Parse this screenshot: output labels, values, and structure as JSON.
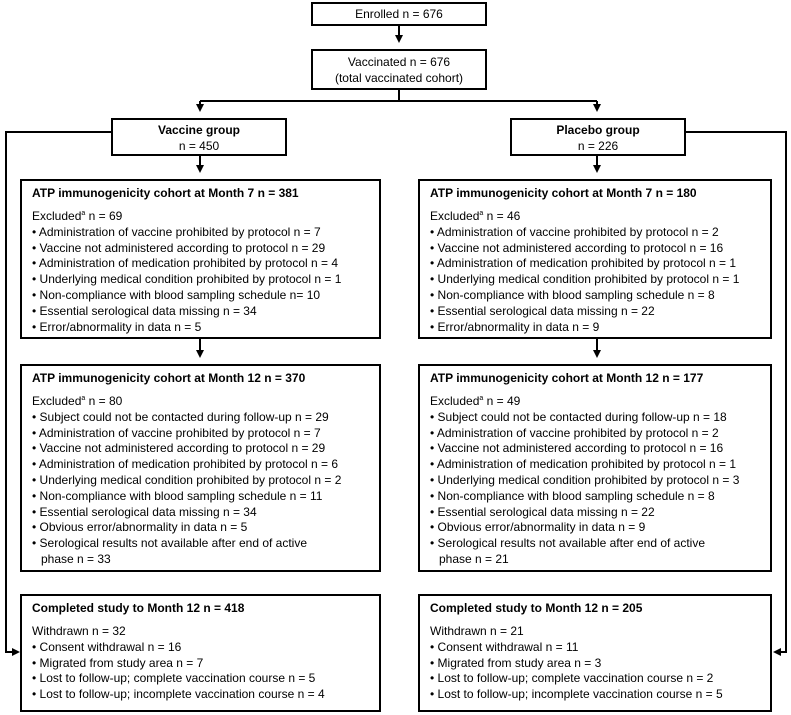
{
  "enrolled": {
    "label": "Enrolled  n = 676"
  },
  "vaccinated": {
    "line1": "Vaccinated  n = 676",
    "line2": "(total vaccinated cohort)"
  },
  "vaccine_group": {
    "title": "Vaccine group",
    "n": "n = 450",
    "month7": {
      "title": "ATP immunogenicity cohort at Month 7  n = 381",
      "excluded_label": "Excluded",
      "excluded_sup": "a",
      "excluded_n": "  n = 69",
      "items": [
        "• Administration of vaccine prohibited by protocol n = 7",
        "• Vaccine not administered according to protocol n = 29",
        "• Administration of medication prohibited by protocol n = 4",
        "• Underlying medical condition prohibited by protocol n = 1",
        "• Non-compliance with blood sampling schedule n= 10",
        "• Essential serological data missing n = 34",
        "• Error/abnormality in data n = 5"
      ]
    },
    "month12": {
      "title": "ATP immunogenicity cohort at Month 12  n = 370",
      "excluded_label": "Excluded",
      "excluded_sup": "a",
      "excluded_n": " n = 80",
      "items": [
        "• Subject could not be contacted during follow-up n = 29",
        "• Administration of vaccine prohibited by protocol n = 7",
        "• Vaccine not administered according to protocol n = 29",
        "• Administration of medication prohibited by protocol n = 6",
        "• Underlying medical condition prohibited by protocol n = 2",
        "• Non-compliance with blood sampling schedule n = 11",
        "• Essential serological data missing n = 34",
        "• Obvious error/abnormality in data n = 5",
        "• Serological results not available after end of active",
        "phase n = 33"
      ]
    },
    "completed": {
      "title": "Completed study to Month 12  n = 418",
      "withdrawn": "Withdrawn n = 32",
      "items": [
        "• Consent withdrawal n = 16",
        "• Migrated from study area n = 7",
        "• Lost to follow-up; complete vaccination course n = 5",
        "• Lost to follow-up; incomplete vaccination course n = 4"
      ]
    }
  },
  "placebo_group": {
    "title": "Placebo group",
    "n": "n = 226",
    "month7": {
      "title": "ATP immunogenicity cohort at Month 7  n = 180",
      "excluded_label": "Excluded",
      "excluded_sup": "a",
      "excluded_n": "  n = 46",
      "items": [
        "• Administration of vaccine prohibited by protocol n = 2",
        "• Vaccine not administered according to protocol n = 16",
        "• Administration of medication prohibited by protocol n = 1",
        "• Underlying medical condition prohibited by protocol n = 1",
        "• Non-compliance with blood sampling schedule n = 8",
        "• Essential serological data missing n = 22",
        "• Error/abnormality in data n = 9"
      ]
    },
    "month12": {
      "title": "ATP immunogenicity cohort at Month 12  n = 177",
      "excluded_label": "Excluded",
      "excluded_sup": "a",
      "excluded_n": " n = 49",
      "items": [
        "• Subject could not be contacted during follow-up n = 18",
        "• Administration of vaccine prohibited by protocol n = 2",
        "• Vaccine not administered according to protocol n = 16",
        "• Administration of medication prohibited by protocol n = 1",
        "• Underlying medical condition prohibited by protocol n = 3",
        "• Non-compliance with blood sampling schedule n = 8",
        "• Essential serological data missing n = 22",
        "• Obvious error/abnormality in data n = 9",
        "• Serological results not available after end of active",
        "phase n = 21"
      ]
    },
    "completed": {
      "title": "Completed study to Month 12  n = 205",
      "withdrawn": "Withdrawn  n = 21",
      "items": [
        "• Consent withdrawal n = 11",
        "• Migrated from study area n = 3",
        "• Lost to follow-up; complete vaccination course n = 2",
        "• Lost to follow-up; incomplete vaccination course n = 5"
      ]
    }
  }
}
